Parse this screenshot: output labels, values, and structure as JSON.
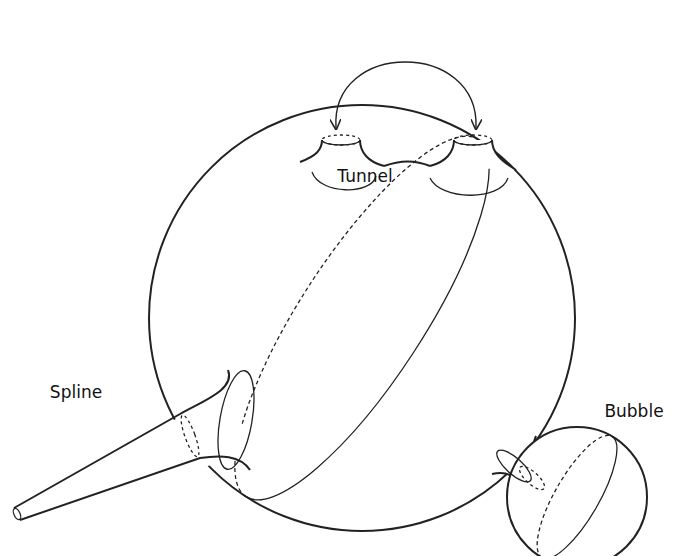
{
  "diagram": {
    "labels": [
      "Tunnel",
      "Spline",
      "Bubble"
    ]
  }
}
